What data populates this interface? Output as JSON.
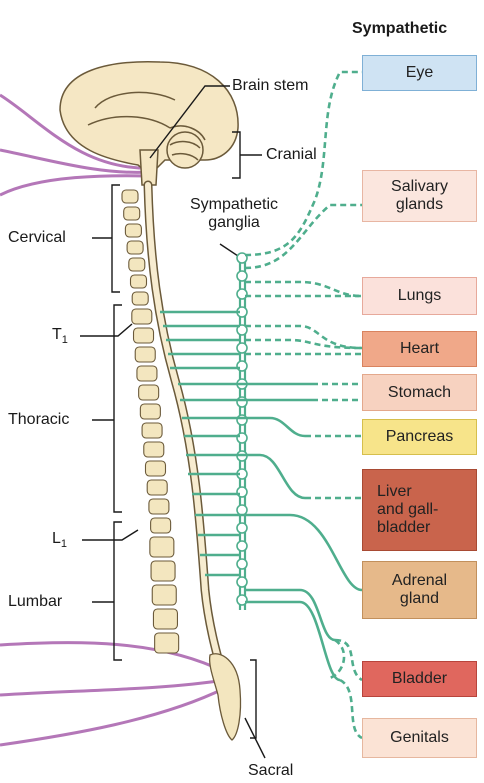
{
  "header": {
    "title": "Sympathetic"
  },
  "labels": {
    "brain_stem": "Brain stem",
    "cranial": "Cranial",
    "ganglia_line1": "Sympathetic",
    "ganglia_line2": "ganglia",
    "cervical": "Cervical",
    "t1_letter": "T",
    "t1_sub": "1",
    "thoracic": "Thoracic",
    "l1_letter": "L",
    "l1_sub": "1",
    "lumbar": "Lumbar",
    "sacral": "Sacral"
  },
  "organs": [
    {
      "key": "eye",
      "lines": [
        "Eye"
      ],
      "fill": "#cfe3f3",
      "border": "#7fb0d6"
    },
    {
      "key": "salivary",
      "lines": [
        "Salivary",
        "glands"
      ],
      "fill": "#fbe6de",
      "border": "#e8b6a3"
    },
    {
      "key": "lungs",
      "lines": [
        "Lungs"
      ],
      "fill": "#fbe1db",
      "border": "#e7a99b"
    },
    {
      "key": "heart",
      "lines": [
        "Heart"
      ],
      "fill": "#f0a889",
      "border": "#d9835f"
    },
    {
      "key": "stomach",
      "lines": [
        "Stomach"
      ],
      "fill": "#f7d2c0",
      "border": "#e3a88c"
    },
    {
      "key": "pancreas",
      "lines": [
        "Pancreas"
      ],
      "fill": "#f7e48a",
      "border": "#d6bf4c"
    },
    {
      "key": "liver",
      "lines": [
        "Liver",
        "and gall-",
        "bladder"
      ],
      "fill": "#c9644c",
      "border": "#a84a33"
    },
    {
      "key": "adrenal",
      "lines": [
        "Adrenal",
        "gland"
      ],
      "fill": "#e6b98a",
      "border": "#c2905c"
    },
    {
      "key": "bladder",
      "lines": [
        "Bladder"
      ],
      "fill": "#e0675e",
      "border": "#b8443c"
    },
    {
      "key": "genitals",
      "lines": [
        "Genitals"
      ],
      "fill": "#fbe3d5",
      "border": "#e6b79f"
    }
  ],
  "colors": {
    "nerve_green": "#4fae8d",
    "parasympathetic_purple": "#b477b8",
    "bone": "#f3e6bf",
    "bone_outline": "#6b5a3a",
    "brain_fill": "#f5e7c4"
  }
}
